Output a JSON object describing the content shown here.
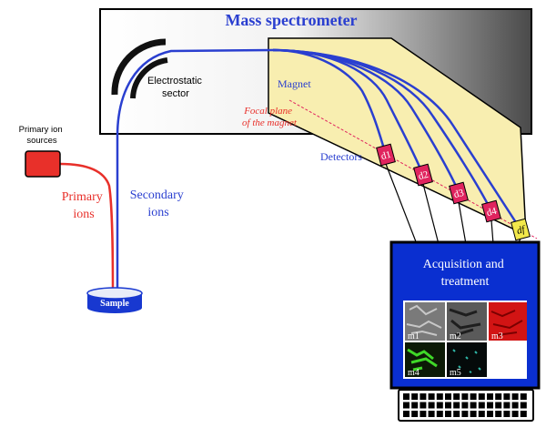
{
  "title": "Mass spectrometer",
  "labels": {
    "electrostatic_sector": [
      "Electrostatic",
      "sector"
    ],
    "magnet": "Magnet",
    "focal_plane": [
      "Focal plane",
      "of the magnet"
    ],
    "detectors": "Detectors",
    "primary_ion_sources": [
      "Primary ion",
      "sources"
    ],
    "primary_ions": [
      "Primary",
      "ions"
    ],
    "secondary_ions": [
      "Secondary",
      "ions"
    ],
    "sample": "Sample"
  },
  "detectors": [
    {
      "label": "d1",
      "color": "#e0245e"
    },
    {
      "label": "d2",
      "color": "#e0245e"
    },
    {
      "label": "d3",
      "color": "#e0245e"
    },
    {
      "label": "d4",
      "color": "#e0245e"
    },
    {
      "label": "df",
      "color": "#f2e84a"
    }
  ],
  "monitor": {
    "title": [
      "Acquisition and",
      "treatment"
    ],
    "images": [
      "m1",
      "m2",
      "m3",
      "m4",
      "m5"
    ]
  },
  "colors": {
    "primary_beam": "#e8302a",
    "secondary_beam": "#2a3fd0",
    "magnet_fill": "#f8eeb0",
    "monitor_blue": "#0a2fd0",
    "sample_blue": "#1838d0"
  }
}
